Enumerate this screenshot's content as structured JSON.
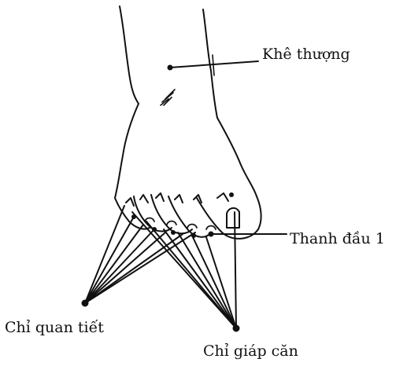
{
  "labels": {
    "khe_thuong": "Khê thượng",
    "thanh_dau": "Thanh đầu 1",
    "chi_quan_tiet": "Chỉ quan tiết",
    "chi_giap_can": "Chỉ giáp căn"
  },
  "colors": {
    "ink": "#111111",
    "background": "#ffffff"
  }
}
